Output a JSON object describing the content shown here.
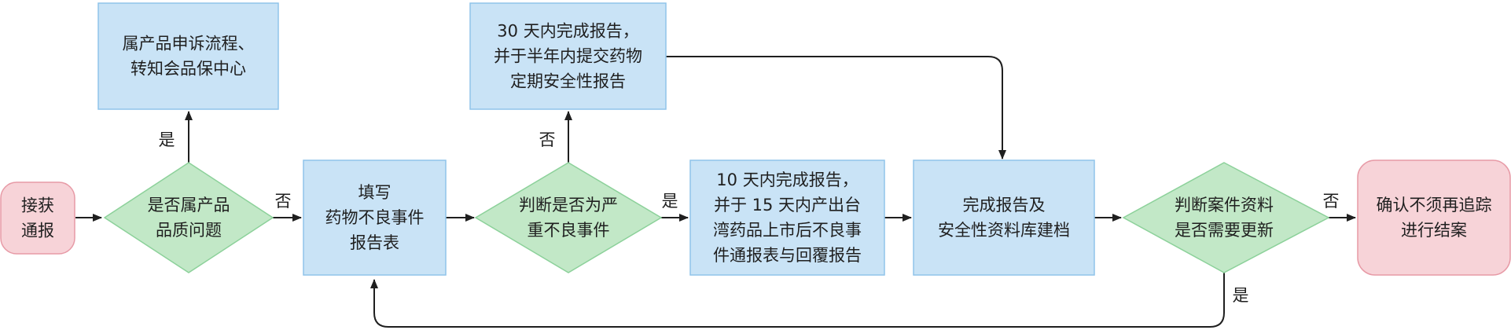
{
  "colors": {
    "process_fill": "#c9e3f6",
    "process_stroke": "#8fc4ea",
    "decision_fill": "#c2e8c7",
    "decision_stroke": "#8cd19a",
    "terminal_fill": "#f7d3d8",
    "terminal_stroke": "#e79aa6",
    "line": "#1f1f1f"
  },
  "nodes": {
    "start": {
      "lines": [
        "接获",
        "通报"
      ]
    },
    "quality_question": {
      "lines": [
        "是否属产品",
        "品质问题"
      ]
    },
    "appeal_box": {
      "lines": [
        "属产品申诉流程、",
        "转知会品保中心"
      ]
    },
    "fill_form": {
      "lines": [
        "填写",
        "药物不良事件",
        "报告表"
      ]
    },
    "serious_check": {
      "lines": [
        "判断是否为严",
        "重不良事件"
      ]
    },
    "report_30": {
      "lines": [
        "30 天内完成报告，",
        "并于半年内提交药物",
        "定期安全性报告"
      ]
    },
    "report_10": {
      "lines": [
        "10 天内完成报告，",
        "并于 15 天内产出台",
        "湾药品上市后不良事",
        "件通报表与回覆报告"
      ]
    },
    "archive": {
      "lines": [
        "完成报告及",
        "安全性资料库建档"
      ]
    },
    "update_check": {
      "lines": [
        "判断案件资料",
        "是否需要更新"
      ]
    },
    "close_case": {
      "lines": [
        "确认不须再追踪",
        "进行结案"
      ]
    }
  },
  "edge_labels": {
    "quality_yes": "是",
    "quality_no": "否",
    "serious_no": "否",
    "serious_yes": "是",
    "update_no": "否",
    "update_yes": "是"
  }
}
